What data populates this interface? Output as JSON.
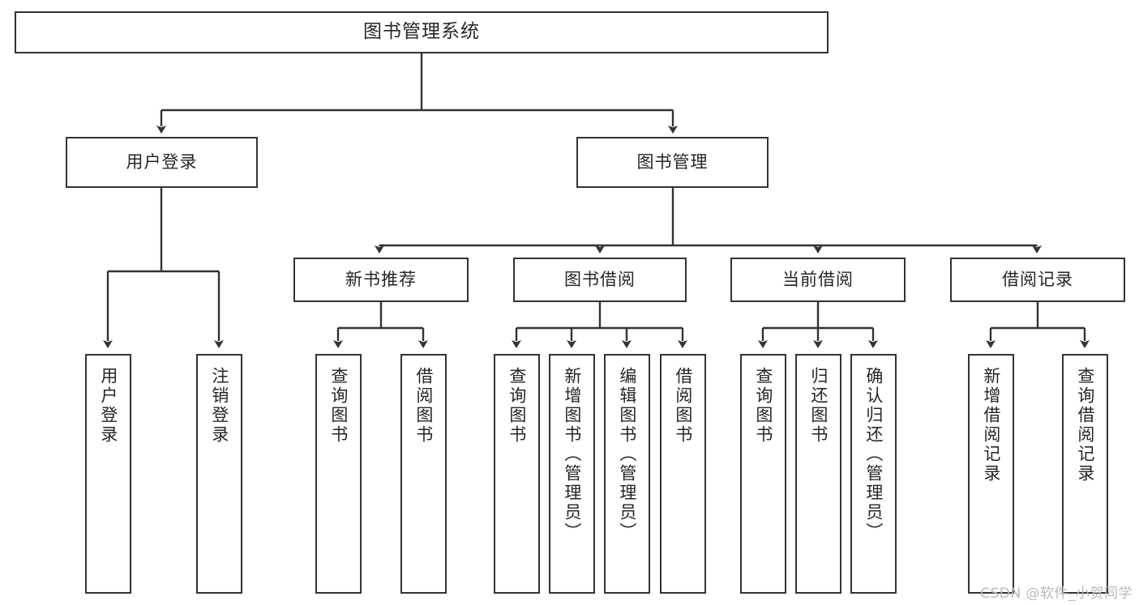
{
  "diagram": {
    "title": "图书管理系统",
    "type": "tree-hierarchy-chart",
    "orientation": "top-down",
    "colors": {
      "box_border": "#333333",
      "box_fill": "#ffffff",
      "connector": "#333333",
      "text": "#262626",
      "watermark": "#b9b9b9",
      "background": "#ffffff"
    },
    "root": {
      "label": "图书管理系统"
    },
    "level2": [
      {
        "label": "用户登录"
      },
      {
        "label": "图书管理"
      }
    ],
    "level3": [
      {
        "label": "新书推荐"
      },
      {
        "label": "图书借阅"
      },
      {
        "label": "当前借阅"
      },
      {
        "label": "借阅记录"
      }
    ],
    "leaves": {
      "user_login": [
        {
          "label": "用户登录"
        },
        {
          "label": "注销登录"
        }
      ],
      "new_book_recommend": [
        {
          "label": "查询图书"
        },
        {
          "label": "借阅图书"
        }
      ],
      "book_borrow": [
        {
          "label": "查询图书"
        },
        {
          "label": "新增图书（管理员）"
        },
        {
          "label": "编辑图书（管理员）"
        },
        {
          "label": "借阅图书"
        }
      ],
      "current_borrow": [
        {
          "label": "查询图书"
        },
        {
          "label": "归还图书"
        },
        {
          "label": "确认归还（管理员）"
        }
      ],
      "borrow_record": [
        {
          "label": "新增借阅记录"
        },
        {
          "label": "查询借阅记录"
        }
      ]
    }
  },
  "watermark": {
    "text": "CSDN @软件_小贺同学"
  }
}
